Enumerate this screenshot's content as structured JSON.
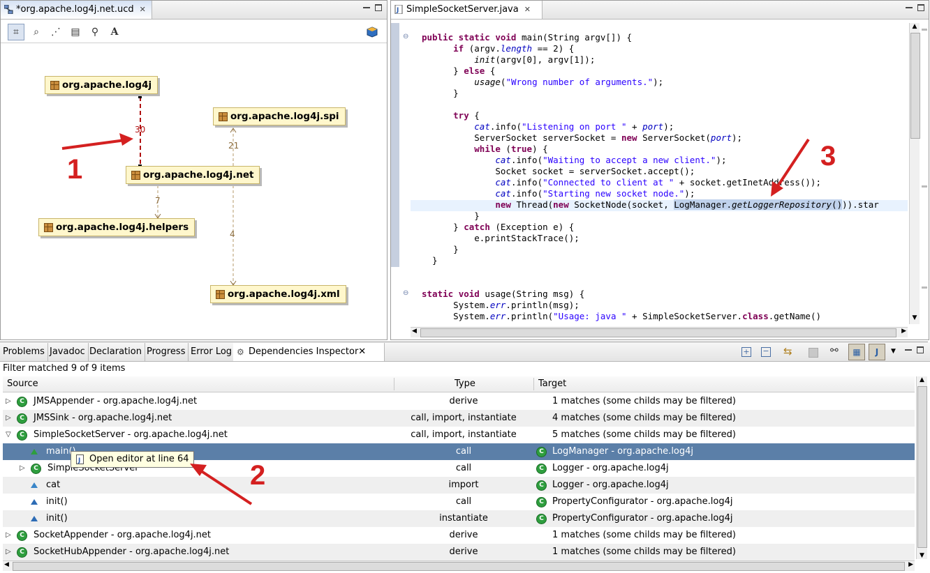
{
  "colors": {
    "accent_red": "#d42020",
    "selection": "#5b7fa8",
    "package_fill": "#fff7cc"
  },
  "ucd_pane": {
    "tab_title": "*org.apache.log4j.net.ucd",
    "tab_icon": "class-diagram-icon",
    "toolbar_icons": [
      "select-icon",
      "zoom-icon",
      "connector-icon",
      "note-icon",
      "link-icon",
      "text-icon",
      "package-3d-icon"
    ],
    "nodes": [
      "org.apache.log4j",
      "org.apache.log4j.spi",
      "org.apache.log4j.net",
      "org.apache.log4j.helpers",
      "org.apache.log4j.xml"
    ],
    "edge_labels": [
      "30",
      "21",
      "7",
      "4"
    ]
  },
  "editor_pane": {
    "tab_title": "SimpleSocketServer.java",
    "tab_icon": "java-file-icon"
  },
  "code_lines": [
    [
      {
        "t": "public static void ",
        "c": "kw"
      },
      {
        "t": "main(String argv[]) {"
      }
    ],
    [
      {
        "t": "      "
      },
      {
        "t": "if",
        "c": "kw"
      },
      {
        "t": " (argv."
      },
      {
        "t": "length",
        "c": "fld"
      },
      {
        "t": " == 2) {"
      }
    ],
    [
      {
        "t": "          "
      },
      {
        "t": "init",
        "c": "ita"
      },
      {
        "t": "(argv[0], argv[1]);"
      }
    ],
    [
      {
        "t": "      } "
      },
      {
        "t": "else",
        "c": "kw"
      },
      {
        "t": " {"
      }
    ],
    [
      {
        "t": "          "
      },
      {
        "t": "usage",
        "c": "ita"
      },
      {
        "t": "("
      },
      {
        "t": "\"Wrong number of arguments.\"",
        "c": "str"
      },
      {
        "t": ");"
      }
    ],
    [
      {
        "t": "      }"
      }
    ],
    [
      {
        "t": ""
      }
    ],
    [
      {
        "t": "      "
      },
      {
        "t": "try",
        "c": "kw"
      },
      {
        "t": " {"
      }
    ],
    [
      {
        "t": "          "
      },
      {
        "t": "cat",
        "c": "fld"
      },
      {
        "t": ".info("
      },
      {
        "t": "\"Listening on port \"",
        "c": "str"
      },
      {
        "t": " + "
      },
      {
        "t": "port",
        "c": "fld"
      },
      {
        "t": ");"
      }
    ],
    [
      {
        "t": "          ServerSocket serverSocket = "
      },
      {
        "t": "new",
        "c": "kw"
      },
      {
        "t": " ServerSocket("
      },
      {
        "t": "port",
        "c": "fld"
      },
      {
        "t": ");"
      }
    ],
    [
      {
        "t": "          "
      },
      {
        "t": "while",
        "c": "kw"
      },
      {
        "t": " ("
      },
      {
        "t": "true",
        "c": "kw"
      },
      {
        "t": ") {"
      }
    ],
    [
      {
        "t": "              "
      },
      {
        "t": "cat",
        "c": "fld"
      },
      {
        "t": ".info("
      },
      {
        "t": "\"Waiting to accept a new client.\"",
        "c": "str"
      },
      {
        "t": ");"
      }
    ],
    [
      {
        "t": "              Socket socket = serverSocket.accept();"
      }
    ],
    [
      {
        "t": "              "
      },
      {
        "t": "cat",
        "c": "fld"
      },
      {
        "t": ".info("
      },
      {
        "t": "\"Connected to client at \"",
        "c": "str"
      },
      {
        "t": " + socket.getInetAddress());"
      }
    ],
    [
      {
        "t": "              "
      },
      {
        "t": "cat",
        "c": "fld"
      },
      {
        "t": ".info("
      },
      {
        "t": "\"Starting new socket node.\"",
        "c": "str"
      },
      {
        "t": ");"
      }
    ],
    [
      {
        "t": "              "
      },
      {
        "t": "new",
        "c": "kw"
      },
      {
        "t": " Thread("
      },
      {
        "t": "new",
        "c": "kw"
      },
      {
        "t": " SocketNode(socket, "
      },
      {
        "t": "LogManager.",
        "c": "sel"
      },
      {
        "t": "getLoggerRepository",
        "c": "sel ita"
      },
      {
        "t": "()",
        "c": "sel"
      },
      {
        "t": ")).star"
      }
    ],
    [
      {
        "t": "          }"
      }
    ],
    [
      {
        "t": "      } "
      },
      {
        "t": "catch",
        "c": "kw"
      },
      {
        "t": " (Exception e) {"
      }
    ],
    [
      {
        "t": "          e.printStackTrace();"
      }
    ],
    [
      {
        "t": "      }"
      }
    ],
    [
      {
        "t": "  }"
      }
    ],
    [
      {
        "t": ""
      }
    ],
    [
      {
        "t": ""
      }
    ],
    [
      {
        "t": "static ",
        "c": "kw"
      },
      {
        "t": "void",
        "c": "kw"
      },
      {
        "t": " usage(String msg) {"
      }
    ],
    [
      {
        "t": "      System."
      },
      {
        "t": "err",
        "c": "fld"
      },
      {
        "t": ".println(msg);"
      }
    ],
    [
      {
        "t": "      System."
      },
      {
        "t": "err",
        "c": "fld"
      },
      {
        "t": ".println("
      },
      {
        "t": "\"Usage: java \"",
        "c": "str"
      },
      {
        "t": " + SimpleSocketServer."
      },
      {
        "t": "class",
        "c": "kw"
      },
      {
        "t": ".getName()"
      }
    ]
  ],
  "bottom": {
    "tabs": [
      "Problems",
      "Javadoc",
      "Declaration",
      "Progress",
      "Error Log",
      "Dependencies Inspector"
    ],
    "filter_text": "Filter matched 9 of 9 items",
    "columns": {
      "source": "Source",
      "type": "Type",
      "target": "Target"
    },
    "tooltip": "Open editor at line 64",
    "rows": [
      {
        "source": "JMSAppender  -  org.apache.log4j.net",
        "type": "derive",
        "target": "1 matches (some childs may be filtered)"
      },
      {
        "source": "JMSSink  -  org.apache.log4j.net",
        "type": "call, import, instantiate",
        "target": "4 matches (some childs may be filtered)"
      },
      {
        "source": "SimpleSocketServer  -  org.apache.log4j.net",
        "type": "call, import, instantiate",
        "target": "5 matches (some childs may be filtered)"
      },
      {
        "source": "main()",
        "type": "call",
        "target": "LogManager  -  org.apache.log4j"
      },
      {
        "source": "SimpleSocketServer",
        "type": "call",
        "target": "Logger  -  org.apache.log4j"
      },
      {
        "source": "cat",
        "type": "import",
        "target": "Logger  -  org.apache.log4j"
      },
      {
        "source": "init()",
        "type": "call",
        "target": "PropertyConfigurator  -  org.apache.log4j"
      },
      {
        "source": "init()",
        "type": "instantiate",
        "target": "PropertyConfigurator  -  org.apache.log4j"
      },
      {
        "source": "SocketAppender  -  org.apache.log4j.net",
        "type": "derive",
        "target": "1 matches (some childs may be filtered)"
      },
      {
        "source": "SocketHubAppender  -  org.apache.log4j.net",
        "type": "derive",
        "target": "1 matches (some childs may be filtered)"
      }
    ]
  },
  "annotations": [
    "1",
    "2",
    "3"
  ]
}
